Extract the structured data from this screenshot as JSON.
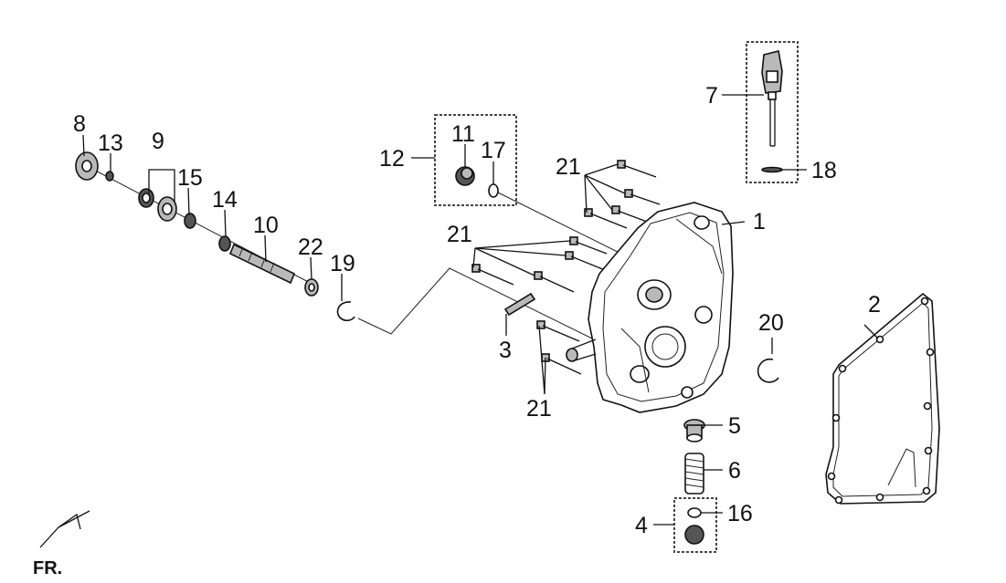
{
  "diagram": {
    "orientation_label": "FR.",
    "callouts": {
      "n1": "1",
      "n2": "2",
      "n3": "3",
      "n4": "4",
      "n5": "5",
      "n6": "6",
      "n7": "7",
      "n8": "8",
      "n9": "9",
      "n10": "10",
      "n11": "11",
      "n12": "12",
      "n13": "13",
      "n14": "14",
      "n15": "15",
      "n16": "16",
      "n17": "17",
      "n18": "18",
      "n19": "19",
      "n20": "20",
      "n21a": "21",
      "n21b": "21",
      "n21c": "21",
      "n22": "22"
    }
  }
}
